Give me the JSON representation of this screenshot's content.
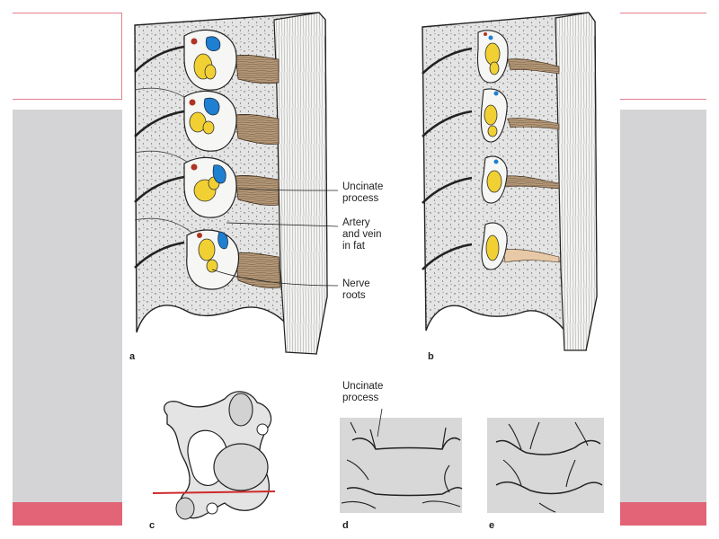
{
  "figure": {
    "panel_letters": {
      "a": "a",
      "b": "b",
      "c": "c",
      "d": "d",
      "e": "e"
    },
    "labels": {
      "uncinate_process": [
        "Uncinate",
        "process"
      ],
      "artery_vein": [
        "Artery",
        "and vein",
        "in fat"
      ],
      "nerve_roots": [
        "Nerve",
        "roots"
      ],
      "uncinate_process_d": [
        "Uncinate",
        "process"
      ]
    }
  },
  "colors": {
    "slide_gray": "#d4d4d6",
    "slide_accent": "#e26476",
    "nerve": "#f1d033",
    "vein": "#1f7fd0",
    "artery": "#b03426",
    "disc": "#a98c6c",
    "bone": "#e4e4e4",
    "section_line": "#d12a2a"
  }
}
